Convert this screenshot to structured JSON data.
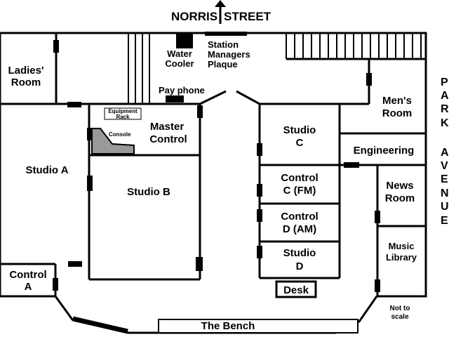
{
  "street_north": {
    "left": "NORRIS",
    "right": "STREET"
  },
  "street_east": [
    "P",
    "A",
    "R",
    "K",
    "A",
    "V",
    "E",
    "N",
    "U",
    "E"
  ],
  "rooms": {
    "ladies_room": [
      "Ladies'",
      "Room"
    ],
    "water_cooler": [
      "Water",
      "Cooler"
    ],
    "station_managers_plaque": [
      "Station",
      "Managers",
      "Plaque"
    ],
    "pay_phone": "Pay phone",
    "equipment_rack": [
      "Equipment",
      "Rack"
    ],
    "console": "Console",
    "master_control": [
      "Master",
      "Control"
    ],
    "studio_a": "Studio A",
    "studio_b": "Studio B",
    "control_a": [
      "Control",
      "A"
    ],
    "studio_c": [
      "Studio",
      "C"
    ],
    "control_c_fm": [
      "Control",
      "C (FM)"
    ],
    "control_d_am": [
      "Control",
      "D (AM)"
    ],
    "studio_d": [
      "Studio",
      "D"
    ],
    "desk": "Desk",
    "mens_room": [
      "Men's",
      "Room"
    ],
    "engineering": "Engineering",
    "news_room": [
      "News",
      "Room"
    ],
    "music_library": [
      "Music",
      "Library"
    ],
    "the_bench": "The Bench"
  },
  "scale_note": [
    "Not to",
    "scale"
  ]
}
